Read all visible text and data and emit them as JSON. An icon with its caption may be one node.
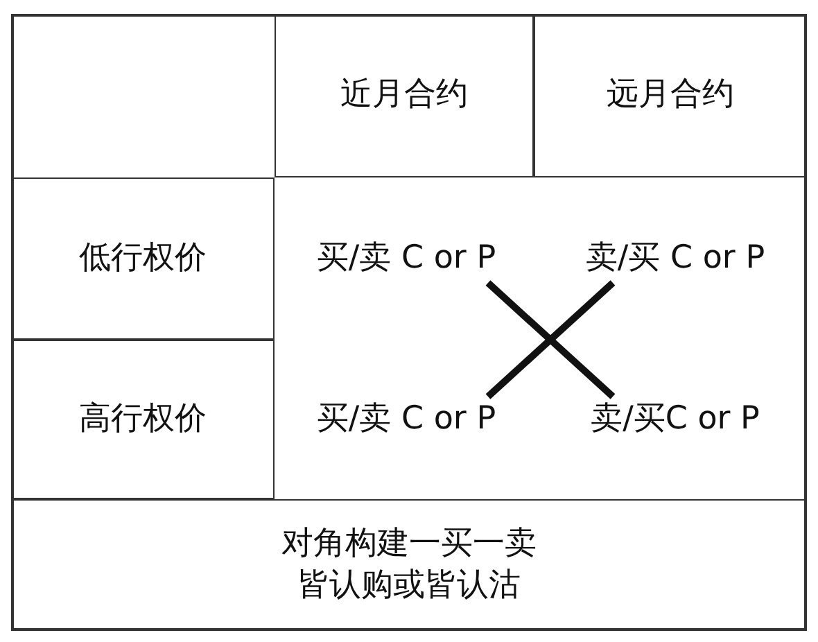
{
  "diagram": {
    "nodes": [
      {
        "text": [
          "近月合约"
        ]
      },
      {
        "text": [
          "远月合约"
        ]
      },
      {
        "text": [
          "低行权价"
        ]
      },
      {
        "text": [
          "买/卖 C or P"
        ]
      },
      {
        "text": [
          "卖/买 C or P"
        ]
      },
      {
        "text": [
          "高行权价"
        ]
      },
      {
        "text": [
          "买/卖 C or P"
        ]
      },
      {
        "text": [
          "卖/买C or P"
        ]
      },
      {
        "text": [
          "对角构建一买一卖皆认购或皆认沽"
        ]
      }
    ],
    "edges": [
      {
        "from": 3,
        "to": 7,
        "arrow": "none"
      },
      {
        "from": 4,
        "to": 6,
        "arrow": "none"
      }
    ]
  }
}
